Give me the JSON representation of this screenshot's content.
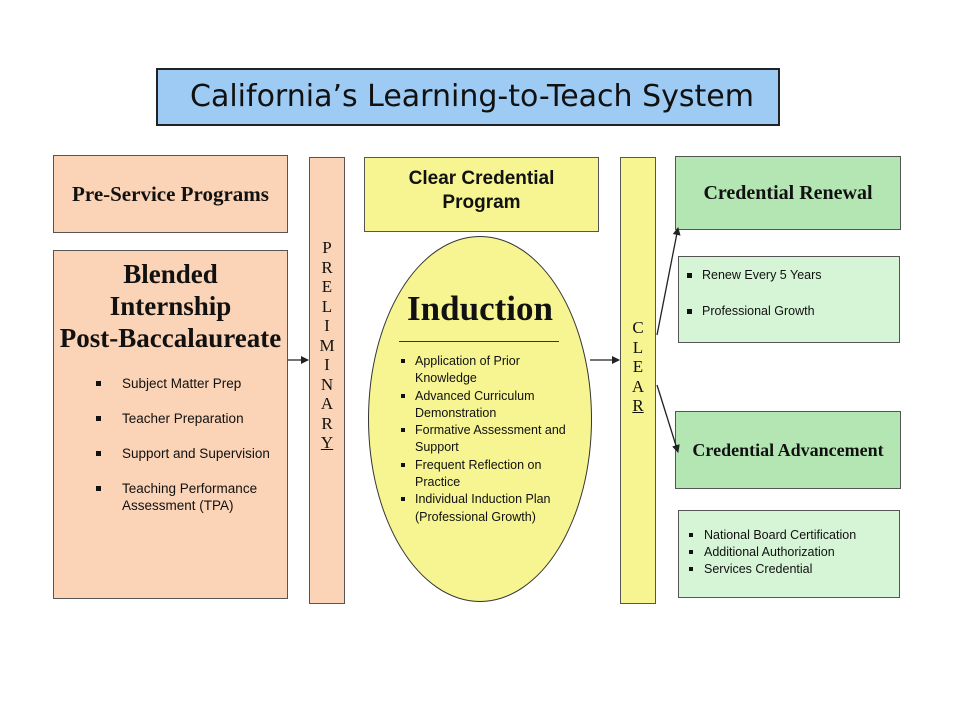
{
  "title": "California’s Learning-to-Teach System",
  "preservice": {
    "heading": "Pre-Service Programs",
    "blended_title": [
      "Blended",
      "Internship",
      "Post-Baccalaureate"
    ],
    "items": [
      "Subject Matter Prep",
      "Teacher Preparation",
      "Support and Supervision",
      "Teaching Performance Assessment (TPA)"
    ]
  },
  "preliminary": {
    "letters": [
      "P",
      "R",
      "E",
      "L",
      "I",
      "M",
      "I",
      "N",
      "A",
      "R",
      "Y"
    ]
  },
  "clear_credential_program": {
    "lines": [
      "Clear Credential",
      "Program"
    ]
  },
  "induction": {
    "title": "Induction",
    "items": [
      "Application of Prior Knowledge",
      "Advanced Curriculum Demonstration",
      "Formative Assessment and Support",
      "Frequent Reflection on Practice",
      "Individual Induction Plan (Professional Growth)"
    ]
  },
  "clear": {
    "letters": [
      "C",
      "L",
      "E",
      "A",
      "R"
    ]
  },
  "renewal": {
    "heading": "Credential Renewal",
    "items": [
      "Renew Every 5 Years",
      "Professional Growth"
    ]
  },
  "advancement": {
    "heading": "Credential Advancement",
    "items": [
      "National Board Certification",
      "Additional Authorization",
      "Services Credential"
    ]
  }
}
